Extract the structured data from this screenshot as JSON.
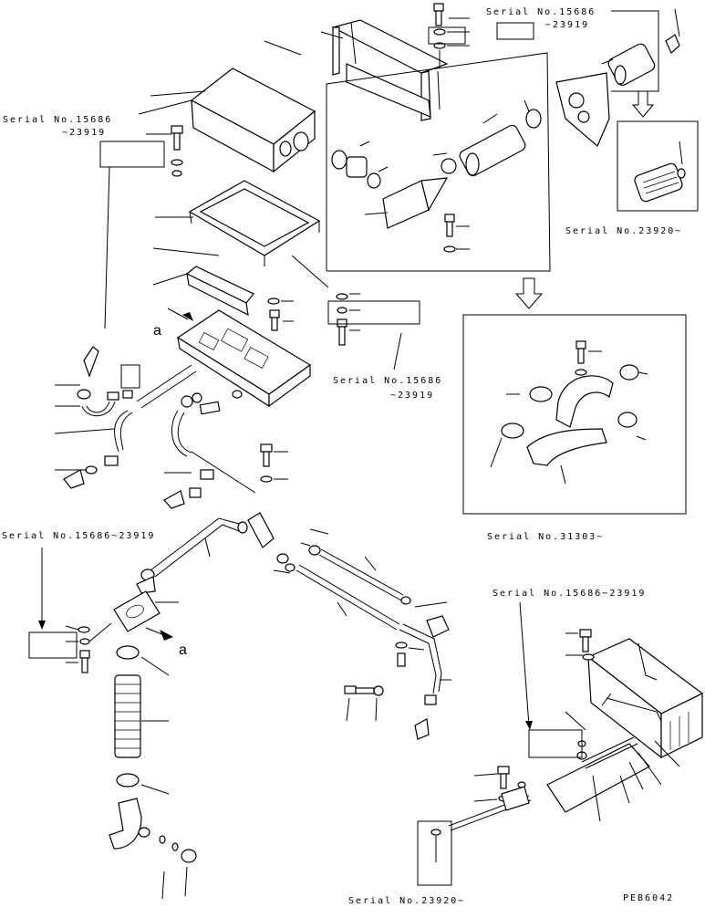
{
  "labels": {
    "serial_top_right_a": "Serial No.15686",
    "serial_top_right_b": "~23919",
    "serial_left_a": "Serial No.15686",
    "serial_left_b": "~23919",
    "serial_mid_a": "Serial No.15686",
    "serial_mid_b": "~23919",
    "serial_23920_top": "Serial No.23920~",
    "serial_31303": "Serial No.31303~",
    "serial_left_range": "Serial No.15686~23919",
    "serial_right_range": "Serial No.15686~23919",
    "serial_23920_bottom": "Serial No.23920~",
    "ref_a_top": "a",
    "ref_a_bottom": "a",
    "drawing_code": "PEB6042"
  }
}
